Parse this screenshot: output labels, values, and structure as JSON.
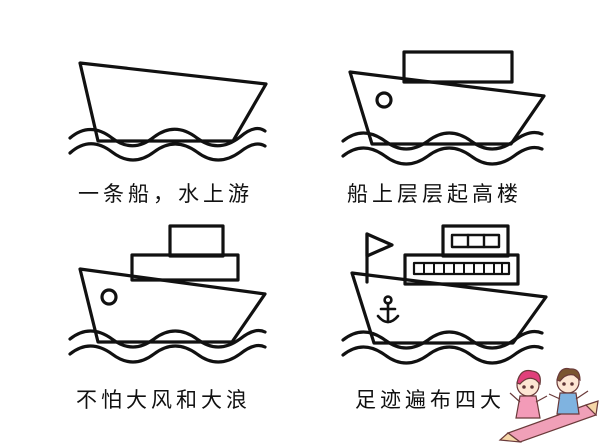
{
  "colors": {
    "ink": "#111111",
    "background": "#ffffff",
    "girl_hair": "#e0407a",
    "boy_hair": "#7a5530",
    "pencil_body": "#f0a0b8",
    "pencil_tip": "#f6d7a8",
    "shirt_pink": "#f39bb8",
    "shirt_blue": "#7fb3e0"
  },
  "panels": [
    {
      "caption": "一条船，水上游",
      "boat_stage": 1
    },
    {
      "caption": "船上层层起高楼",
      "boat_stage": 2
    },
    {
      "caption": "不怕大风和大浪",
      "boat_stage": 3
    },
    {
      "caption": "足迹遍布四大",
      "boat_stage": 4
    }
  ],
  "decoration": {
    "icon": "kids-on-pencil-icon"
  }
}
